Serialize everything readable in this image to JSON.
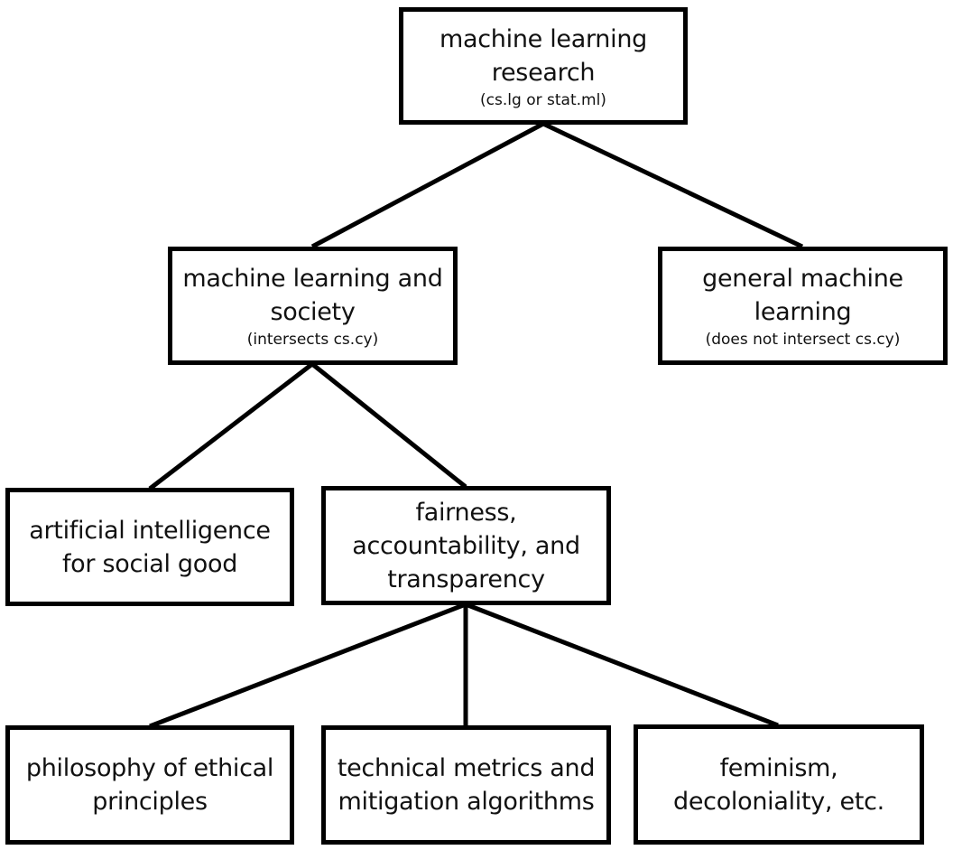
{
  "diagram": {
    "root": {
      "title": "machine learning research",
      "subtitle": "(cs.lg or stat.ml)"
    },
    "society": {
      "title": "machine learning and society",
      "subtitle": "(intersects cs.cy)"
    },
    "general": {
      "title": "general machine learning",
      "subtitle": "(does not intersect cs.cy)"
    },
    "ai_good": {
      "title": "artificial intelligence for social good"
    },
    "fat": {
      "title": "fairness, accountability, and transparency"
    },
    "philosophy": {
      "title": "philosophy of ethical principles"
    },
    "technical": {
      "title": "technical metrics and mitigation algorithms"
    },
    "feminism": {
      "title": "feminism, decoloniality, etc."
    },
    "edges": [
      {
        "from": "root",
        "to": "society"
      },
      {
        "from": "root",
        "to": "general"
      },
      {
        "from": "society",
        "to": "ai_good"
      },
      {
        "from": "society",
        "to": "fat"
      },
      {
        "from": "fat",
        "to": "philosophy"
      },
      {
        "from": "fat",
        "to": "technical"
      },
      {
        "from": "fat",
        "to": "feminism"
      }
    ],
    "colors": {
      "stroke": "#000000",
      "background": "#ffffff",
      "text": "#111111"
    }
  }
}
